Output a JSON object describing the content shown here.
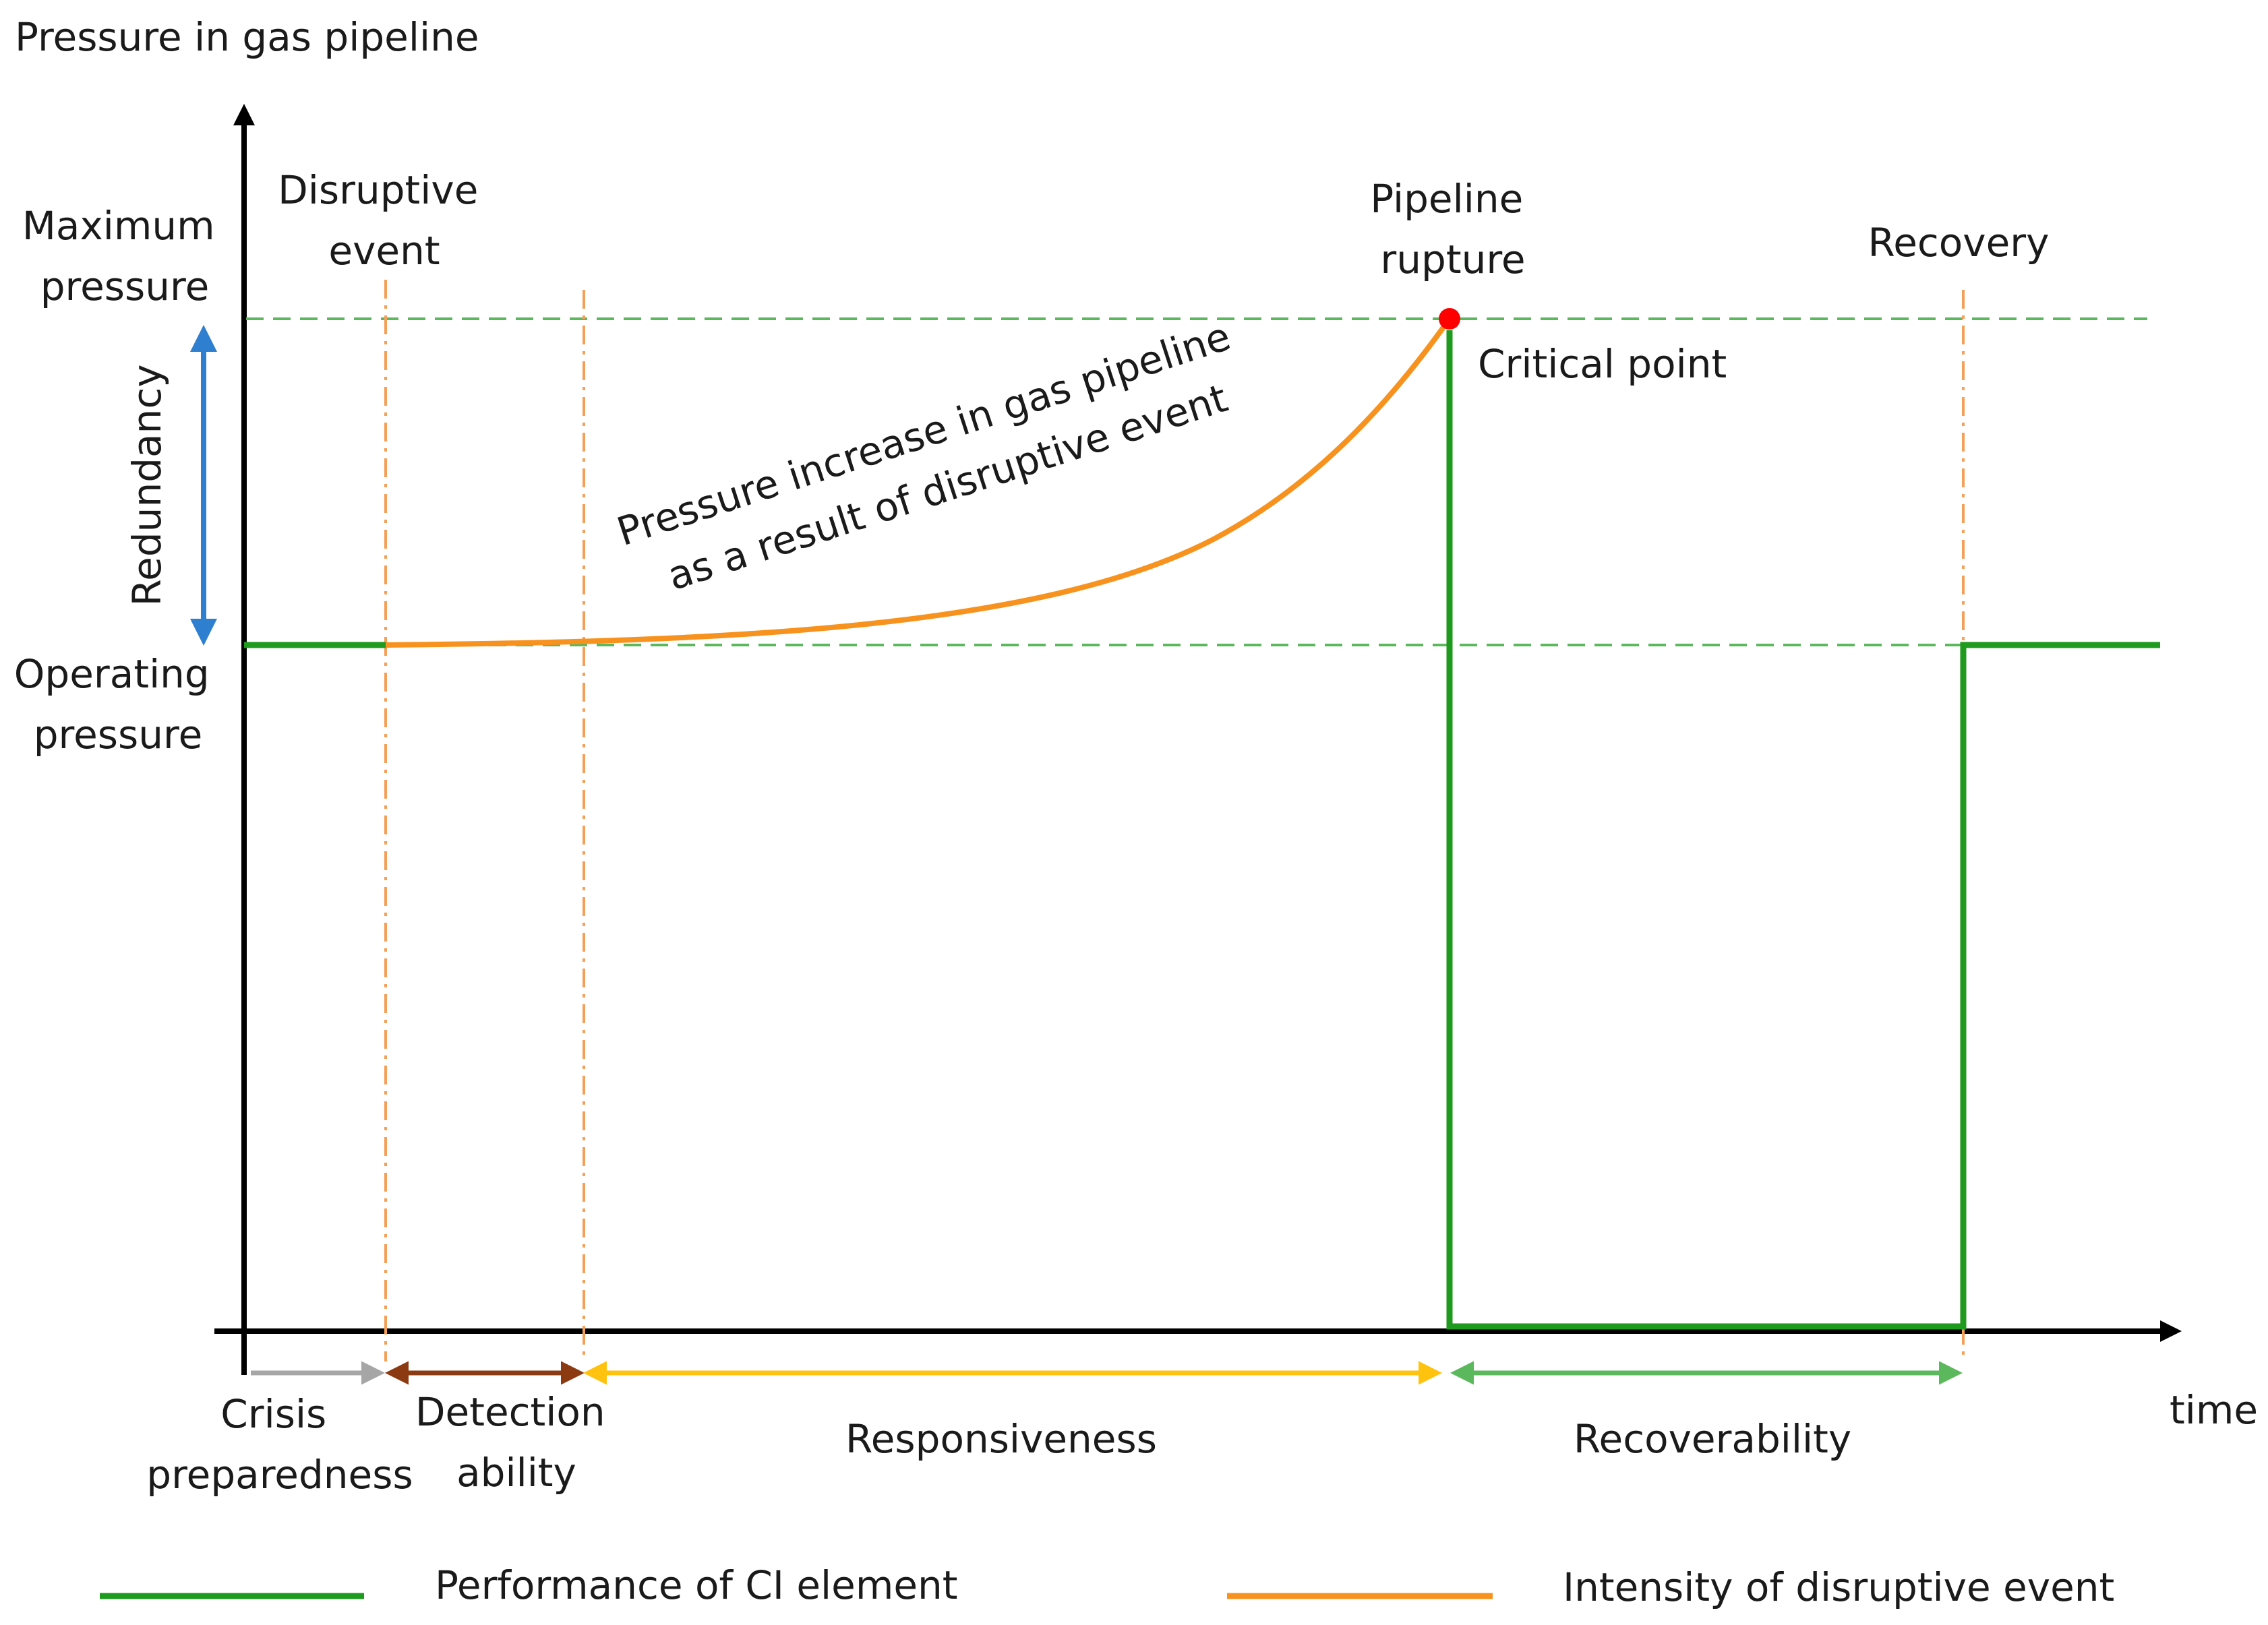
{
  "axes": {
    "y_title": "Pressure in gas pipeline",
    "x_title": "time"
  },
  "levels": {
    "maximum": [
      "Maximum",
      "pressure"
    ],
    "operating": [
      "Operating",
      "pressure"
    ],
    "redundancy": "Redundancy"
  },
  "events": {
    "disruptive": [
      "Disruptive",
      "event"
    ],
    "rupture": [
      "Pipeline",
      "rupture"
    ],
    "recovery": "Recovery",
    "critical_point": "Critical point"
  },
  "curve_caption": [
    "Pressure increase in gas pipeline",
    "as a result of disruptive event"
  ],
  "phases": {
    "crisis": [
      "Crisis",
      "preparedness"
    ],
    "detection": [
      "Detection",
      "ability"
    ],
    "responsiveness": "Responsiveness",
    "recoverability": "Recoverability"
  },
  "legend": {
    "performance": "Performance of CI element",
    "intensity": "Intensity of disruptive event"
  },
  "colors": {
    "performance": "#1e9a1e",
    "intensity": "#f7921e",
    "guide_green": "#5cb85c",
    "guide_orange": "#f5a05a",
    "redundancy": "#2f7fd0",
    "crisis_arrow": "#a6a6a6",
    "detection_arrow": "#8b3a12",
    "responsiveness_arrow": "#ffc20e",
    "recoverability_arrow": "#5cb85c",
    "critical_point": "#ff0000",
    "axis": "#000000"
  }
}
